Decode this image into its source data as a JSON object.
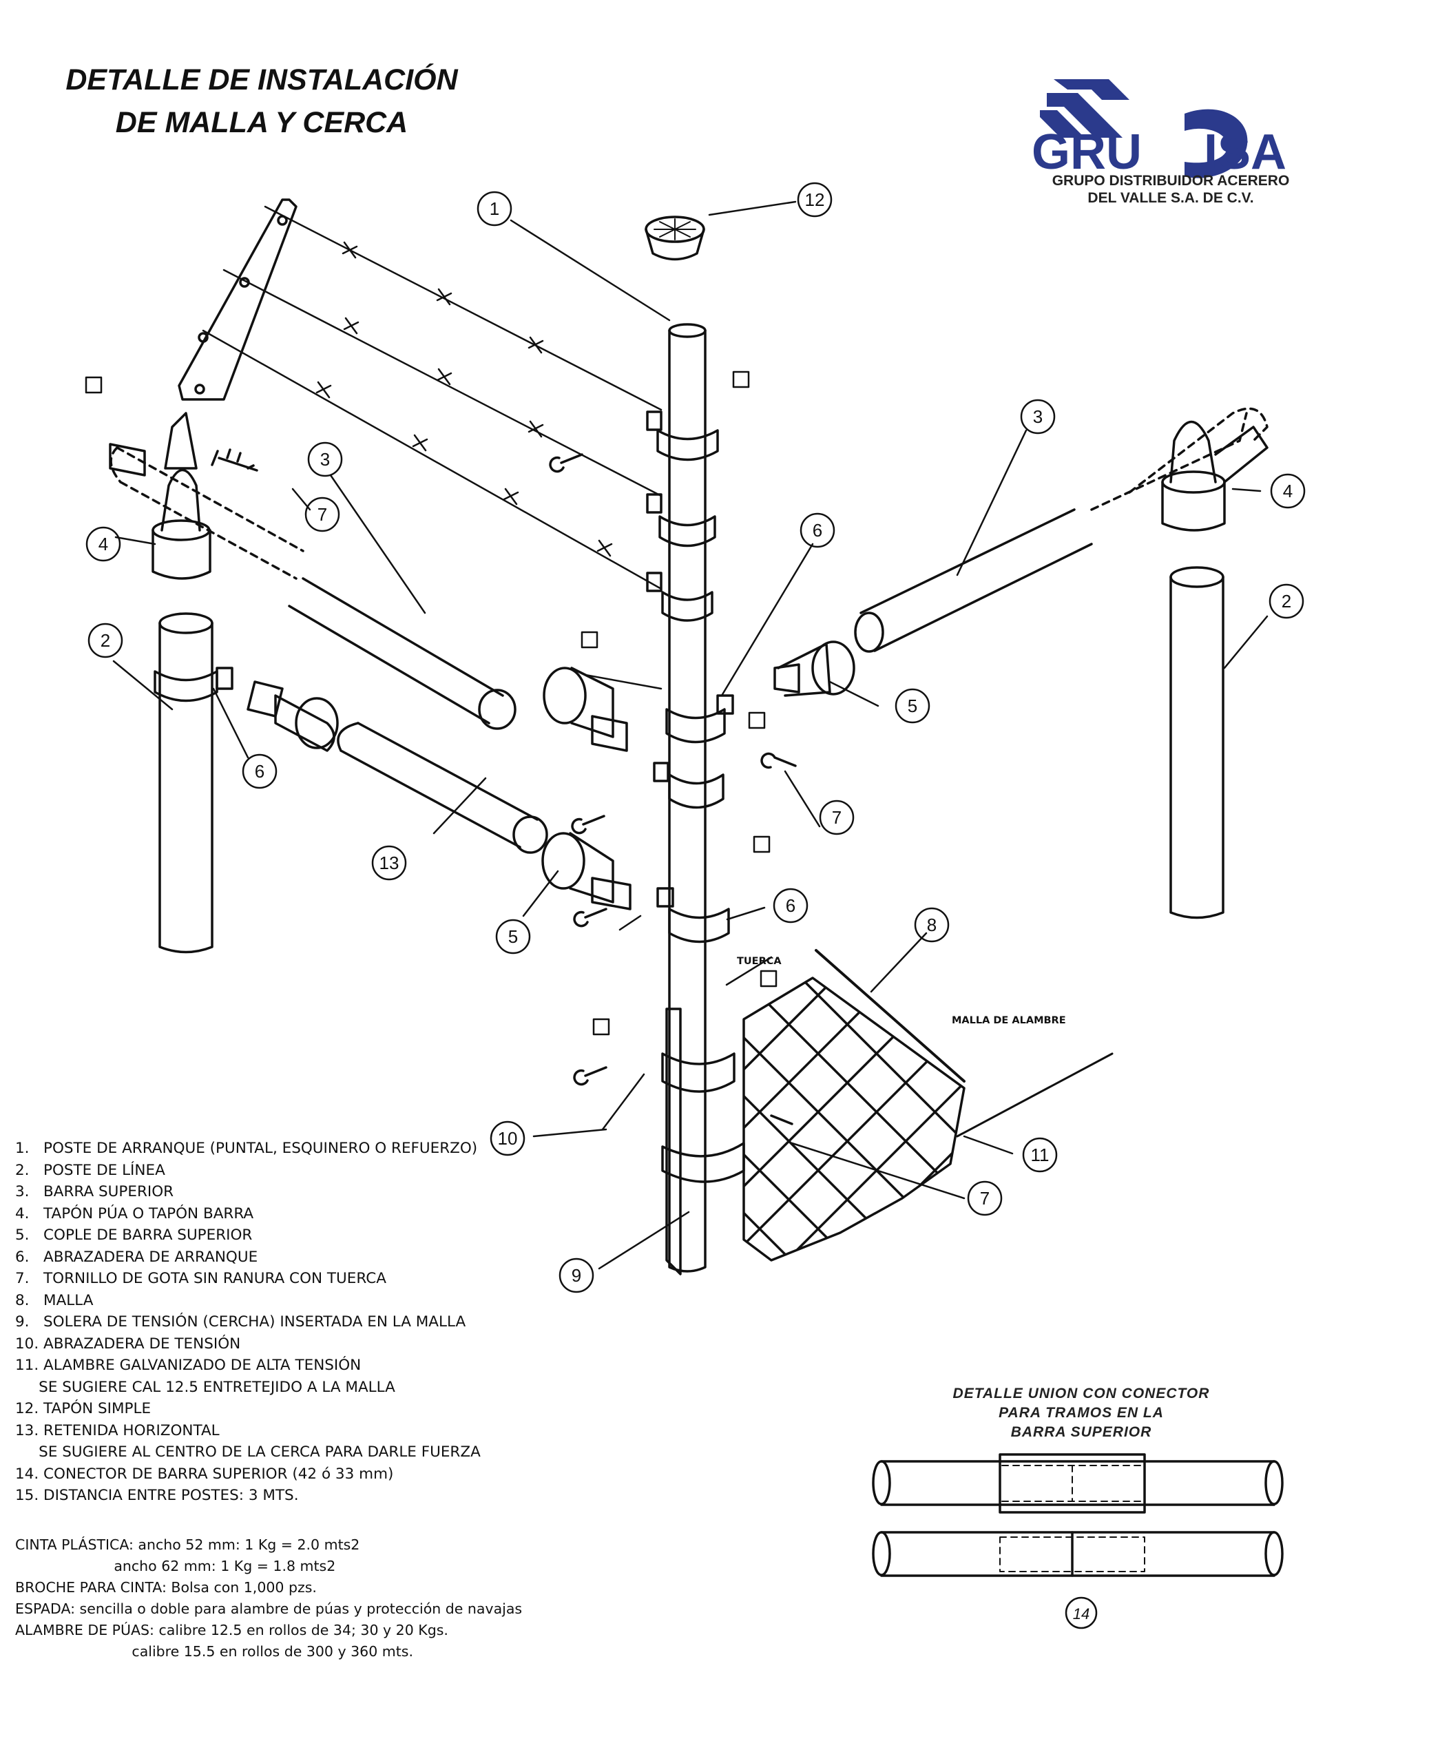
{
  "title": {
    "line1": "DETALLE DE INSTALACIÓN",
    "line2": "DE MALLA Y CERCA"
  },
  "logo": {
    "brand_left": "GRU",
    "brand_right": "ISA",
    "subtitle_line1": "GRUPO DISTRIBUIDOR ACERERO",
    "subtitle_line2": "DEL VALLE S.A. DE C.V.",
    "colors": {
      "brand": "#2b3a8c"
    }
  },
  "diagram": {
    "label_tuerca": "TUERCA",
    "label_malla": "MALLA DE ALAMBRE",
    "callouts": [
      "1",
      "2",
      "3",
      "4",
      "5",
      "6",
      "7",
      "8",
      "9",
      "10",
      "11",
      "12",
      "13",
      "14"
    ]
  },
  "legend": [
    "1.   POSTE DE ARRANQUE (PUNTAL, ESQUINERO O REFUERZO)",
    "2.   POSTE DE LÍNEA",
    "3.   BARRA SUPERIOR",
    "4.   TAPÓN PÚA O TAPÓN BARRA",
    "5.   COPLE DE BARRA SUPERIOR",
    "6.   ABRAZADERA DE ARRANQUE",
    "7.   TORNILLO DE GOTA SIN RANURA CON TUERCA",
    "8.   MALLA",
    "9.   SOLERA DE TENSIÓN (CERCHA) INSERTADA EN LA MALLA",
    "10. ABRAZADERA DE TENSIÓN",
    "11. ALAMBRE GALVANIZADO DE ALTA TENSIÓN",
    "     SE SUGIERE CAL 12.5 ENTRETEJIDO A LA MALLA",
    "12. TAPÓN SIMPLE",
    "13. RETENIDA HORIZONTAL",
    "     SE SUGIERE AL CENTRO DE LA CERCA PARA DARLE FUERZA",
    "14. CONECTOR DE BARRA SUPERIOR (42 ó 33 mm)",
    "15. DISTANCIA ENTRE POSTES: 3 MTS."
  ],
  "notes": [
    "CINTA PLÁSTICA: ancho 52 mm: 1 Kg = 2.0 mts2",
    "                      ancho 62 mm: 1 Kg = 1.8 mts2",
    "BROCHE PARA CINTA: Bolsa con 1,000 pzs.",
    "ESPADA: sencilla o doble para alambre de púas y protección de navajas",
    "ALAMBRE DE PÚAS: calibre 12.5 en rollos de 34; 30 y 20 Kgs.",
    "                          calibre 15.5 en rollos de 300 y 360 mts."
  ],
  "detail": {
    "line1": "DETALLE UNION CON CONECTOR",
    "line2": "PARA TRAMOS EN LA",
    "line3": "BARRA SUPERIOR"
  }
}
